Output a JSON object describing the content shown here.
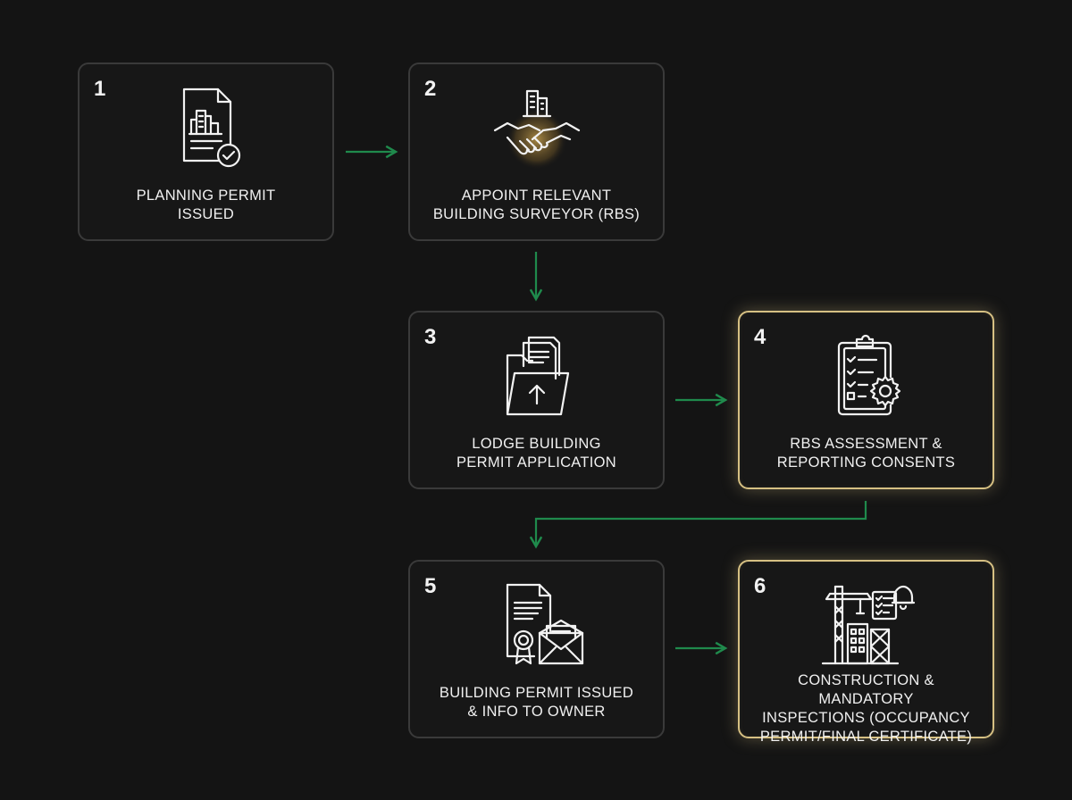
{
  "steps": [
    {
      "number": "1",
      "lines": [
        "PLANNING PERMIT",
        "ISSUED"
      ],
      "icon": "document-city-check-icon"
    },
    {
      "number": "2",
      "lines": [
        "APPOINT RELEVANT",
        "BUILDING SURVEYOR (RBS)"
      ],
      "icon": "handshake-building-icon"
    },
    {
      "number": "3",
      "lines": [
        "LODGE BUILDING",
        "PERMIT APPLICATION"
      ],
      "icon": "folder-upload-icon"
    },
    {
      "number": "4",
      "lines": [
        "RBS ASSESSMENT &",
        "REPORTING CONSENTS"
      ],
      "icon": "clipboard-gear-icon"
    },
    {
      "number": "5",
      "lines": [
        "BUILDING PERMIT ISSUED",
        "& INFO TO OWNER"
      ],
      "icon": "certificate-envelope-icon"
    },
    {
      "number": "6",
      "lines": [
        "CONSTRUCTION & MANDATORY",
        "INSPECTIONS (OCCUPANCY",
        "PERMIT/FINAL CERTIFICATE)"
      ],
      "icon": "crane-construction-icon"
    }
  ],
  "colors": {
    "background": "#141414",
    "card_border": "#3a3a3a",
    "highlight_border": "#d6c083",
    "arrow": "#1f8a4c",
    "text": "#f0f0f0"
  }
}
